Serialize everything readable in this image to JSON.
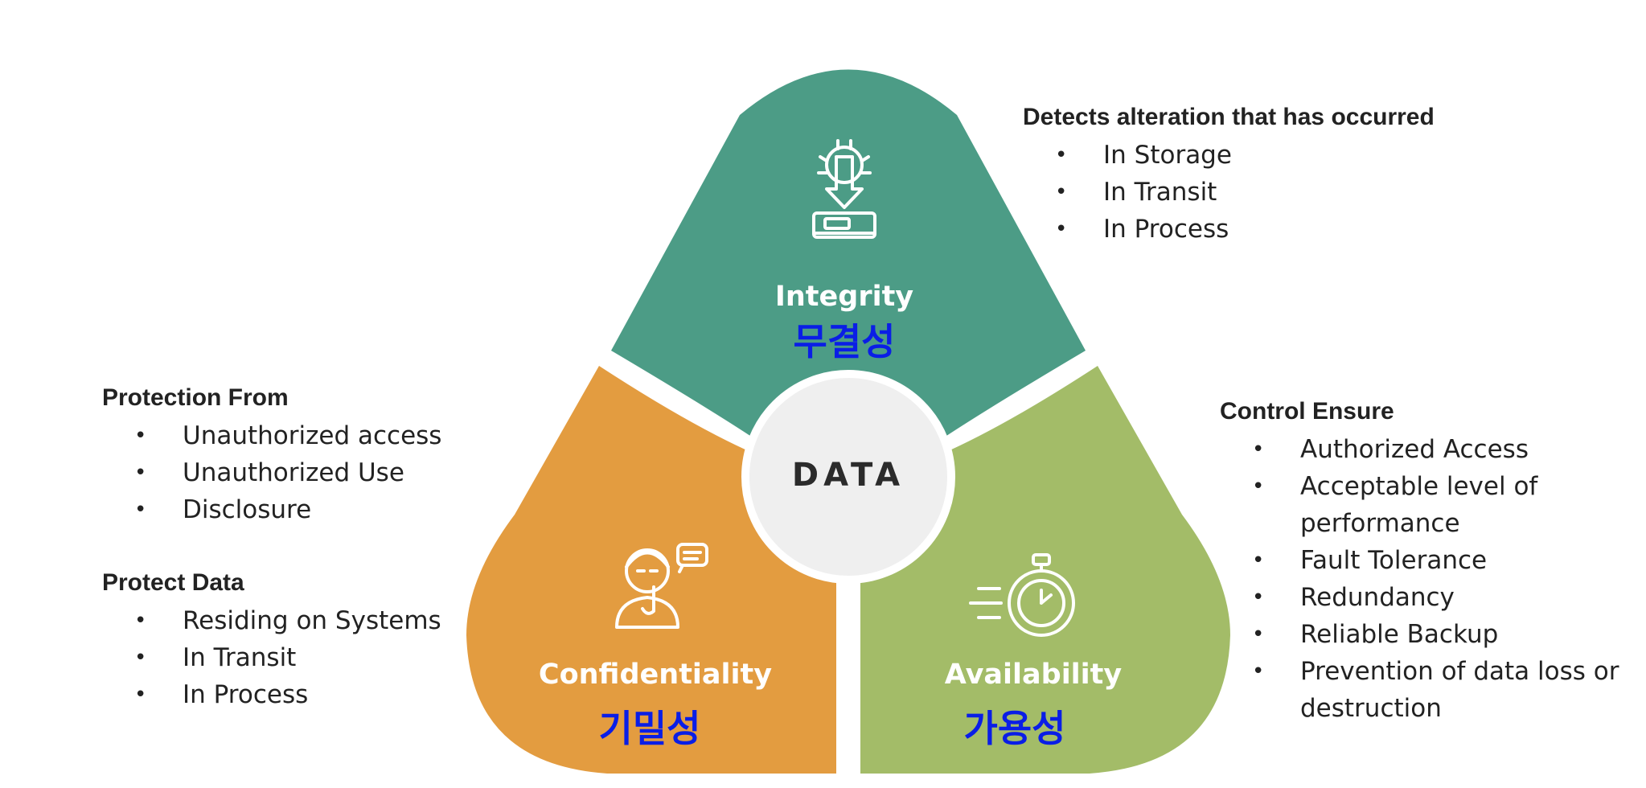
{
  "center": {
    "label": "DATA"
  },
  "petals": {
    "integrity": {
      "title": "Integrity",
      "korean": "무결성",
      "color": "#4c9c86",
      "icon": "gear-download-icon"
    },
    "confidentiality": {
      "title": "Confidentiality",
      "korean": "기밀성",
      "color": "#e39c40",
      "icon": "silent-person-icon"
    },
    "availability": {
      "title": "Availability",
      "korean": "가용성",
      "color": "#a3bc68",
      "icon": "stopwatch-icon"
    }
  },
  "colors": {
    "korean_text": "#0a1ee6",
    "center_fill": "#efefef",
    "separator": "#ffffff"
  },
  "integrity_notes": {
    "heading": "Detects alteration that has occurred",
    "items": [
      "In Storage",
      "In Transit",
      "In Process"
    ]
  },
  "confidentiality_notes": {
    "protection": {
      "heading": "Protection From",
      "items": [
        "Unauthorized access",
        "Unauthorized Use",
        "Disclosure"
      ]
    },
    "protect_data": {
      "heading": "Protect Data",
      "items": [
        "Residing on Systems",
        "In Transit",
        "In Process"
      ]
    }
  },
  "availability_notes": {
    "heading": "Control Ensure",
    "items": [
      "Authorized Access",
      "Acceptable level of performance",
      "Fault Tolerance",
      "Redundancy",
      "Reliable Backup",
      "Prevention of data loss or destruction"
    ]
  },
  "bullet": "•"
}
